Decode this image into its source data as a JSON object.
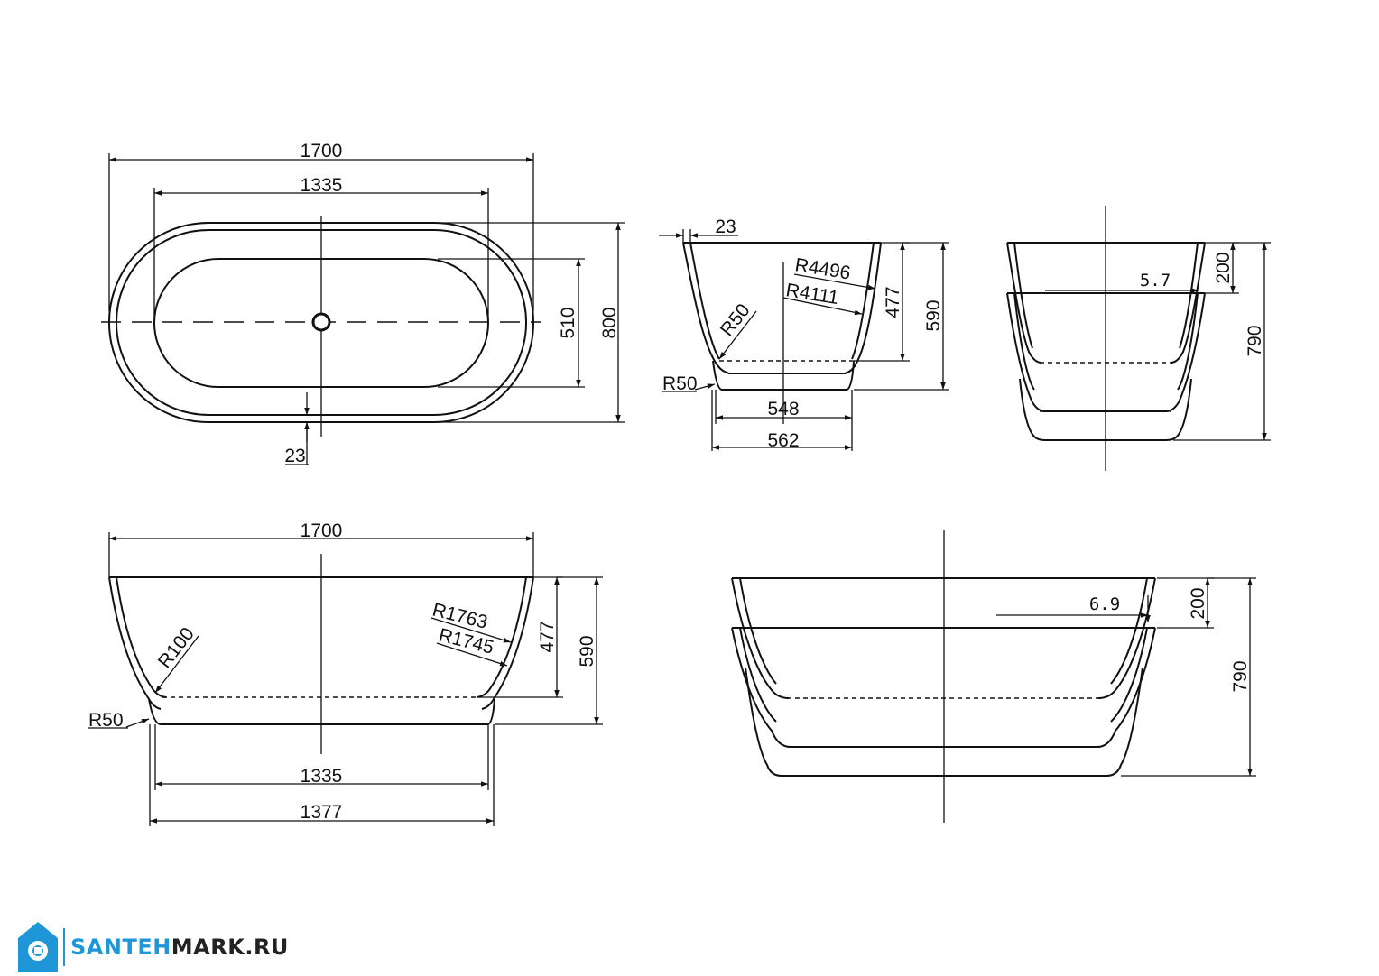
{
  "top_view": {
    "length": "1700",
    "inner_length": "1335",
    "width": "800",
    "inner_width": "510",
    "rim": "23"
  },
  "side_view": {
    "rim": "23",
    "r_outer": "R4496",
    "r_inner": "R4111",
    "r_corner": "R50",
    "r_foot": "R50",
    "inner_depth": "477",
    "height": "590",
    "foot_inner": "548",
    "foot_outer": "562"
  },
  "end_view_small": {
    "offset": "5.7",
    "drop": "200",
    "height": "790"
  },
  "front_view": {
    "length": "1700",
    "r_outer": "R1763",
    "r_inner": "R1745",
    "r_corner": "R100",
    "r_foot": "R50",
    "inner_depth": "477",
    "height": "590",
    "foot_inner": "1335",
    "foot_outer": "1377"
  },
  "end_view_large": {
    "offset": "6.9",
    "drop": "200",
    "height": "790"
  },
  "logo": {
    "part1": "SANTEH",
    "part2": "MARK.RU",
    "accent": "#1e96d8"
  }
}
